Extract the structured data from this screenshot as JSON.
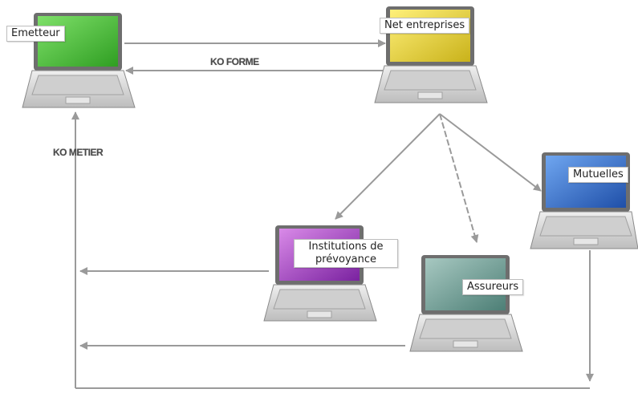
{
  "nodes": {
    "emetteur": {
      "label": "Emetteur",
      "screen_color": "#4cc43a"
    },
    "net_entreprises": {
      "label": "Net entreprises",
      "screen_color": "#e8d63a"
    },
    "mutuelles": {
      "label": "Mutuelles",
      "screen_color": "#2f6fd0"
    },
    "institutions": {
      "label_line1": "Institutions de",
      "label_line2": "prévoyance",
      "screen_color": "#a63fc6"
    },
    "assureurs": {
      "label": "Assureurs",
      "screen_color": "#6f9f95"
    }
  },
  "edges": {
    "ko_forme": "KO FORME",
    "ko_metier": "KO METIER"
  },
  "colors": {
    "arrow": "#9a9a9a",
    "laptop_body": "#d9d9d9",
    "laptop_dark": "#8a8a8a"
  }
}
